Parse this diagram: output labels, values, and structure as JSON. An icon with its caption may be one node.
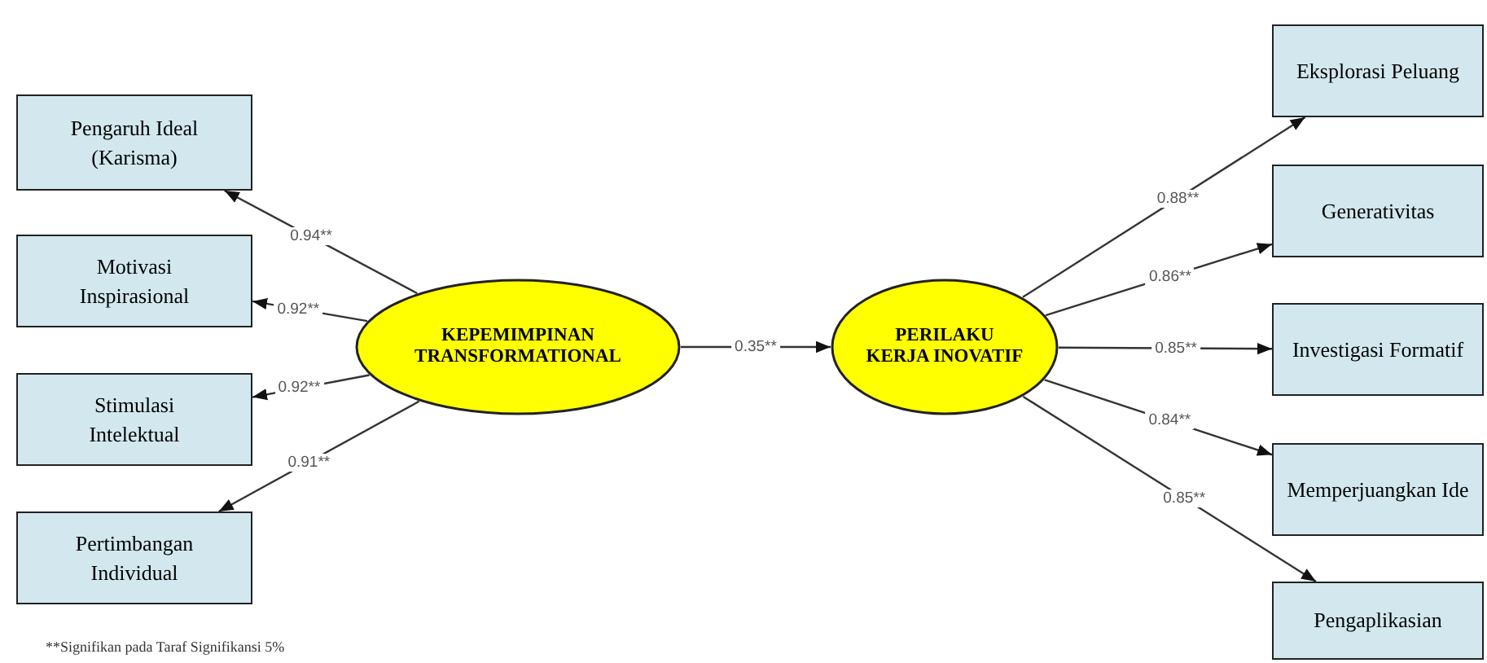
{
  "diagram": {
    "nodes": [
      {
        "text": [
          "Pengaruh Ideal (Karisma)"
        ]
      },
      {
        "text": [
          "Motivasi Inspirasional"
        ]
      },
      {
        "text": [
          "Stimulasi Intelektual"
        ]
      },
      {
        "text": [
          "Pertimbangan Individual"
        ]
      },
      {
        "text": [
          "KEPEMIMPINAN TRANSFORMATIONAL"
        ]
      },
      {
        "text": [
          "PERILAKU KERJA INOVATIF"
        ]
      },
      {
        "text": [
          "Eksplorasi Peluang"
        ]
      },
      {
        "text": [
          "Generativitas"
        ]
      },
      {
        "text": [
          "Investigasi Formatif"
        ]
      },
      {
        "text": [
          "Memperjuangkan Ide"
        ]
      },
      {
        "text": [
          "Pengaplikasian"
        ]
      }
    ],
    "edges": [
      {
        "from": 4,
        "to": 0,
        "arrow": "to",
        "label": "0.94**"
      },
      {
        "from": 4,
        "to": 1,
        "arrow": "to",
        "label": "0.92**"
      },
      {
        "from": 4,
        "to": 2,
        "arrow": "to",
        "label": "0.92**"
      },
      {
        "from": 4,
        "to": 3,
        "arrow": "to",
        "label": "0.91**"
      },
      {
        "from": 4,
        "to": 5,
        "arrow": "to",
        "label": "0.35**"
      },
      {
        "from": 5,
        "to": 6,
        "arrow": "to",
        "label": "0.88**"
      },
      {
        "from": 5,
        "to": 7,
        "arrow": "to",
        "label": "0.86**"
      },
      {
        "from": 5,
        "to": 8,
        "arrow": "to",
        "label": "0.85**"
      },
      {
        "from": 5,
        "to": 9,
        "arrow": "to",
        "label": "0.84**"
      },
      {
        "from": 5,
        "to": 10,
        "arrow": "to",
        "label": "0.85**"
      }
    ],
    "labels": [
      "**Signifikan pada Taraf Signifikansi 5%"
    ]
  }
}
